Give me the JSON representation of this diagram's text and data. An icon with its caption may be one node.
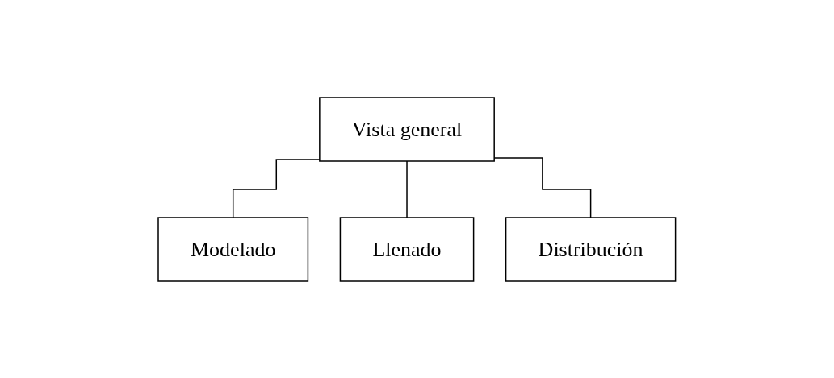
{
  "diagram": {
    "nodes": [
      {
        "text": [
          "Vista general"
        ]
      },
      {
        "text": [
          "Modelado"
        ]
      },
      {
        "text": [
          "Llenado"
        ]
      },
      {
        "text": [
          "Distribución"
        ]
      }
    ],
    "edges": [
      {
        "from": 0,
        "to": 1,
        "arrow": "none"
      },
      {
        "from": 0,
        "to": 2,
        "arrow": "none"
      },
      {
        "from": 0,
        "to": 3,
        "arrow": "none"
      }
    ]
  }
}
